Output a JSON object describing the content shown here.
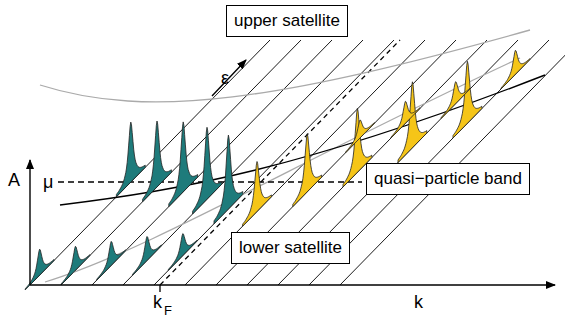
{
  "diagram": {
    "nodes": [
      {
        "text": [
          "upper satellite"
        ]
      },
      {
        "text": [
          "quasi−particle band"
        ]
      },
      {
        "text": [
          "lower satellite"
        ]
      }
    ],
    "labels": [
      "ε",
      "A",
      "μ",
      "k",
      "F",
      "k"
    ]
  }
}
